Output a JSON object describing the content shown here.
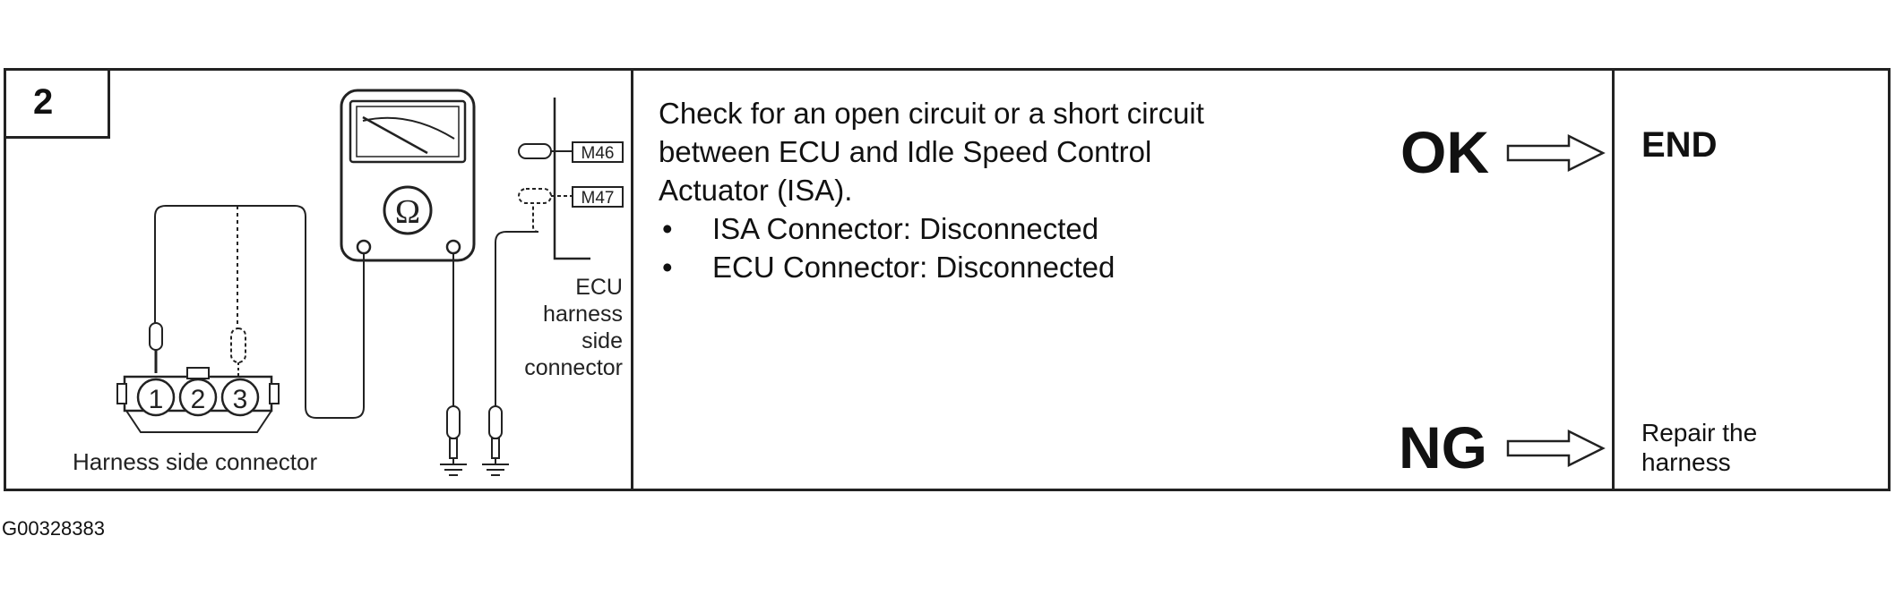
{
  "step": {
    "number": "2"
  },
  "diagram": {
    "ohm_symbol": "Ω",
    "ecu_connectors": [
      "M46",
      "M47"
    ],
    "ecu_label_lines": [
      "ECU",
      "harness",
      "side",
      "connector"
    ],
    "harness_pins": [
      "1",
      "2",
      "3"
    ],
    "harness_label": "Harness side connector"
  },
  "check": {
    "lines": [
      "Check for an open circuit or a short circuit",
      "between ECU and Idle Speed Control",
      "Actuator (ISA)."
    ],
    "bullet_symbol": "•",
    "bullets": [
      "ISA Connector: Disconnected",
      "ECU Connector: Disconnected"
    ]
  },
  "results": {
    "ok_label": "OK",
    "ok_action": "END",
    "ng_label": "NG",
    "ng_action_lines": [
      "Repair the",
      "harness"
    ]
  },
  "footer": {
    "figure_id": "G00328383"
  }
}
